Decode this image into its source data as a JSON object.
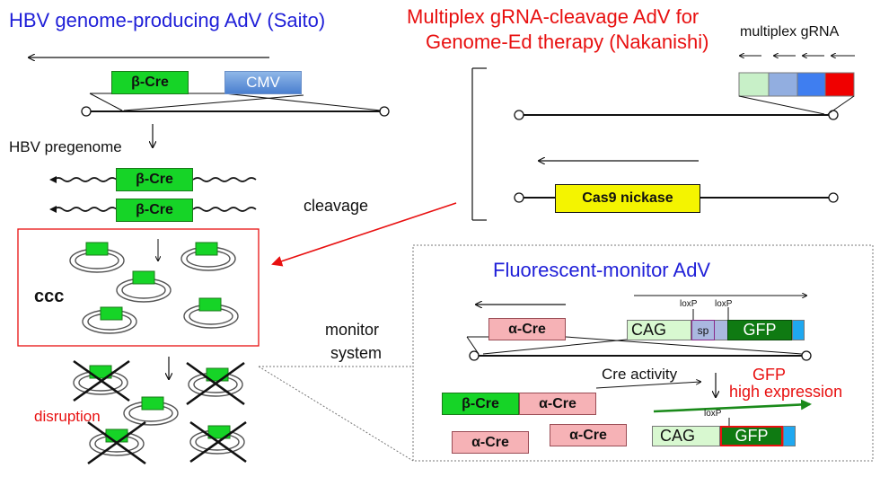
{
  "titles": {
    "hbv": "HBV genome-producing AdV (Saito)",
    "multiplex_line1": "Multiplex gRNA-cleavage AdV for",
    "multiplex_line2": "Genome-Ed therapy (Nakanishi)",
    "fluorescent": "Fluorescent-monitor AdV"
  },
  "labels": {
    "multiplex_grna": "multiplex gRNA",
    "hbv_pregenome": "HBV pregenome",
    "cleavage": "cleavage",
    "ccc": "ccc",
    "monitor_line1": "monitor",
    "monitor_line2": "system",
    "disruption": "disruption",
    "cre_activity": "Cre activity",
    "gfp_line1": "GFP",
    "gfp_line2": "high expression",
    "loxp": "loxP",
    "sp": "sp",
    "cag": "CAG",
    "gfp": "GFP"
  },
  "boxes": {
    "beta_cre": "β-Cre",
    "alpha_cre": "α-Cre",
    "cmv": "CMV",
    "cas9": "Cas9 nickase"
  },
  "colors": {
    "title_blue": "#1f1fd8",
    "title_red": "#e81010",
    "cre_green": "#16d427",
    "alpha_pink": "#f6b2b6",
    "cas9_yellow": "#f4f400",
    "gfp_dark_green": "#0f7a12",
    "cag_light_green": "#d8f8d0",
    "grna_colors": [
      "#c8f0c8",
      "#92aee0",
      "#3f7ef0",
      "#f00000"
    ]
  }
}
